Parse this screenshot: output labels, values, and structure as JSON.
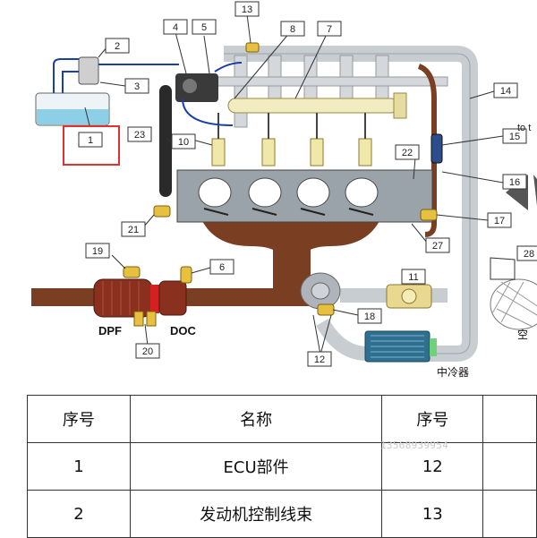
{
  "callouts": [
    "1",
    "2",
    "3",
    "4",
    "5",
    "6",
    "7",
    "8",
    "10",
    "11",
    "12",
    "13",
    "14",
    "15",
    "16",
    "17",
    "18",
    "19",
    "20",
    "21",
    "22",
    "23",
    "27",
    "28"
  ],
  "labels": {
    "dpf": "DPF",
    "doc": "DOC",
    "intercooler": "中冷器",
    "air_partial": "空",
    "to_partial": "to t"
  },
  "table": {
    "header": [
      "序号",
      "名称",
      "序号",
      ""
    ],
    "rows": [
      [
        "1",
        "ECU部件",
        "12",
        ""
      ],
      [
        "2",
        "发动机控制线束",
        "13",
        ""
      ]
    ]
  },
  "watermark": "13568939954",
  "highlight_color": "#e03030"
}
